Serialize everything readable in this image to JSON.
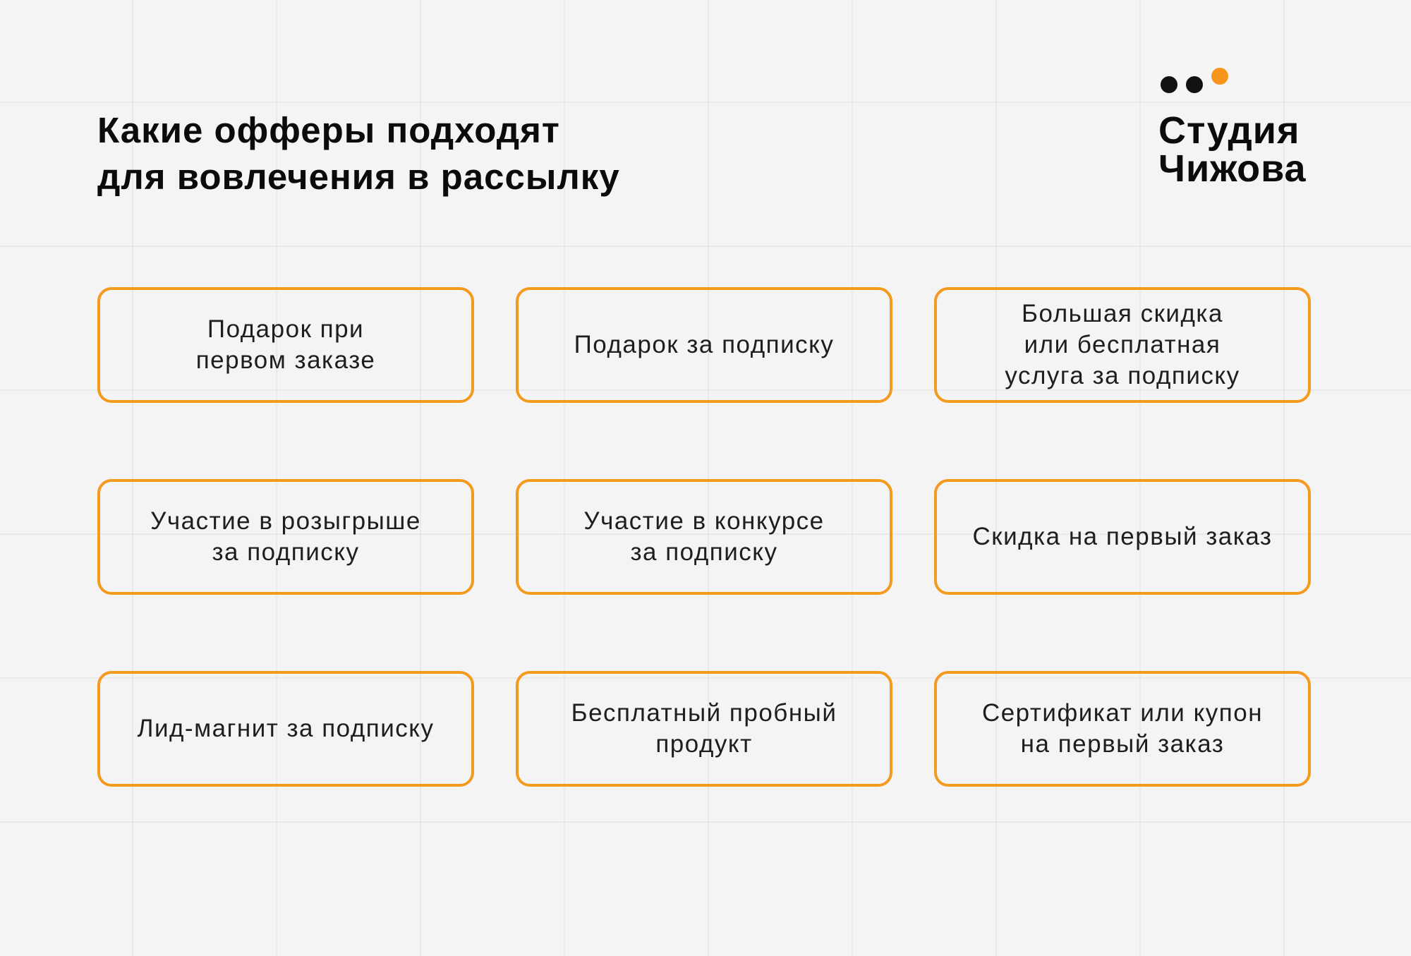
{
  "title": "Какие офферы подходят\nдля вовлечения в рассылку",
  "title_lines": [
    "Какие офферы подходят",
    "для вовлечения в рассылку"
  ],
  "logo": {
    "lines": [
      "Студия",
      "Чижова"
    ],
    "accent_color": "#f7951d"
  },
  "accent_color": "#f39a1f",
  "offers": [
    "Подарок при\nпервом заказе",
    "Подарок за подписку",
    "Большая скидка\nили бесплатная\nуслуга за подписку",
    "Участие в розыгрыше\nза подписку",
    "Участие в конкурсе\nза подписку",
    "Скидка на первый заказ",
    "Лид-магнит за подписку",
    "Бесплатный пробный\nпродукт",
    "Сертификат или купон\nна первый заказ"
  ]
}
